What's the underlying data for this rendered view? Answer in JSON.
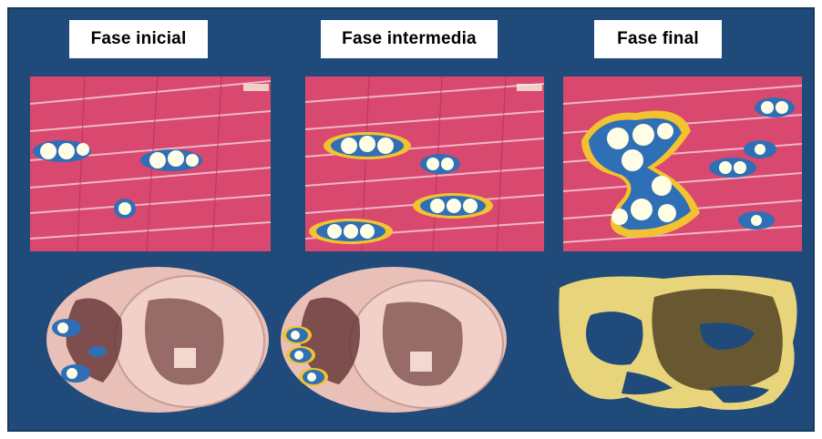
{
  "stages": [
    {
      "label": "Fase inicial"
    },
    {
      "label": "Fase intermedia"
    },
    {
      "label": "Fase final"
    }
  ],
  "colors": {
    "background": "#1f4a7a",
    "muscle": "#d9486e",
    "fat": "#f2c230",
    "inflammatory_cells": "#2e6fb5",
    "heart_tissue": "#e8c0b8",
    "fibrotic_heart": "#e8d47a"
  }
}
